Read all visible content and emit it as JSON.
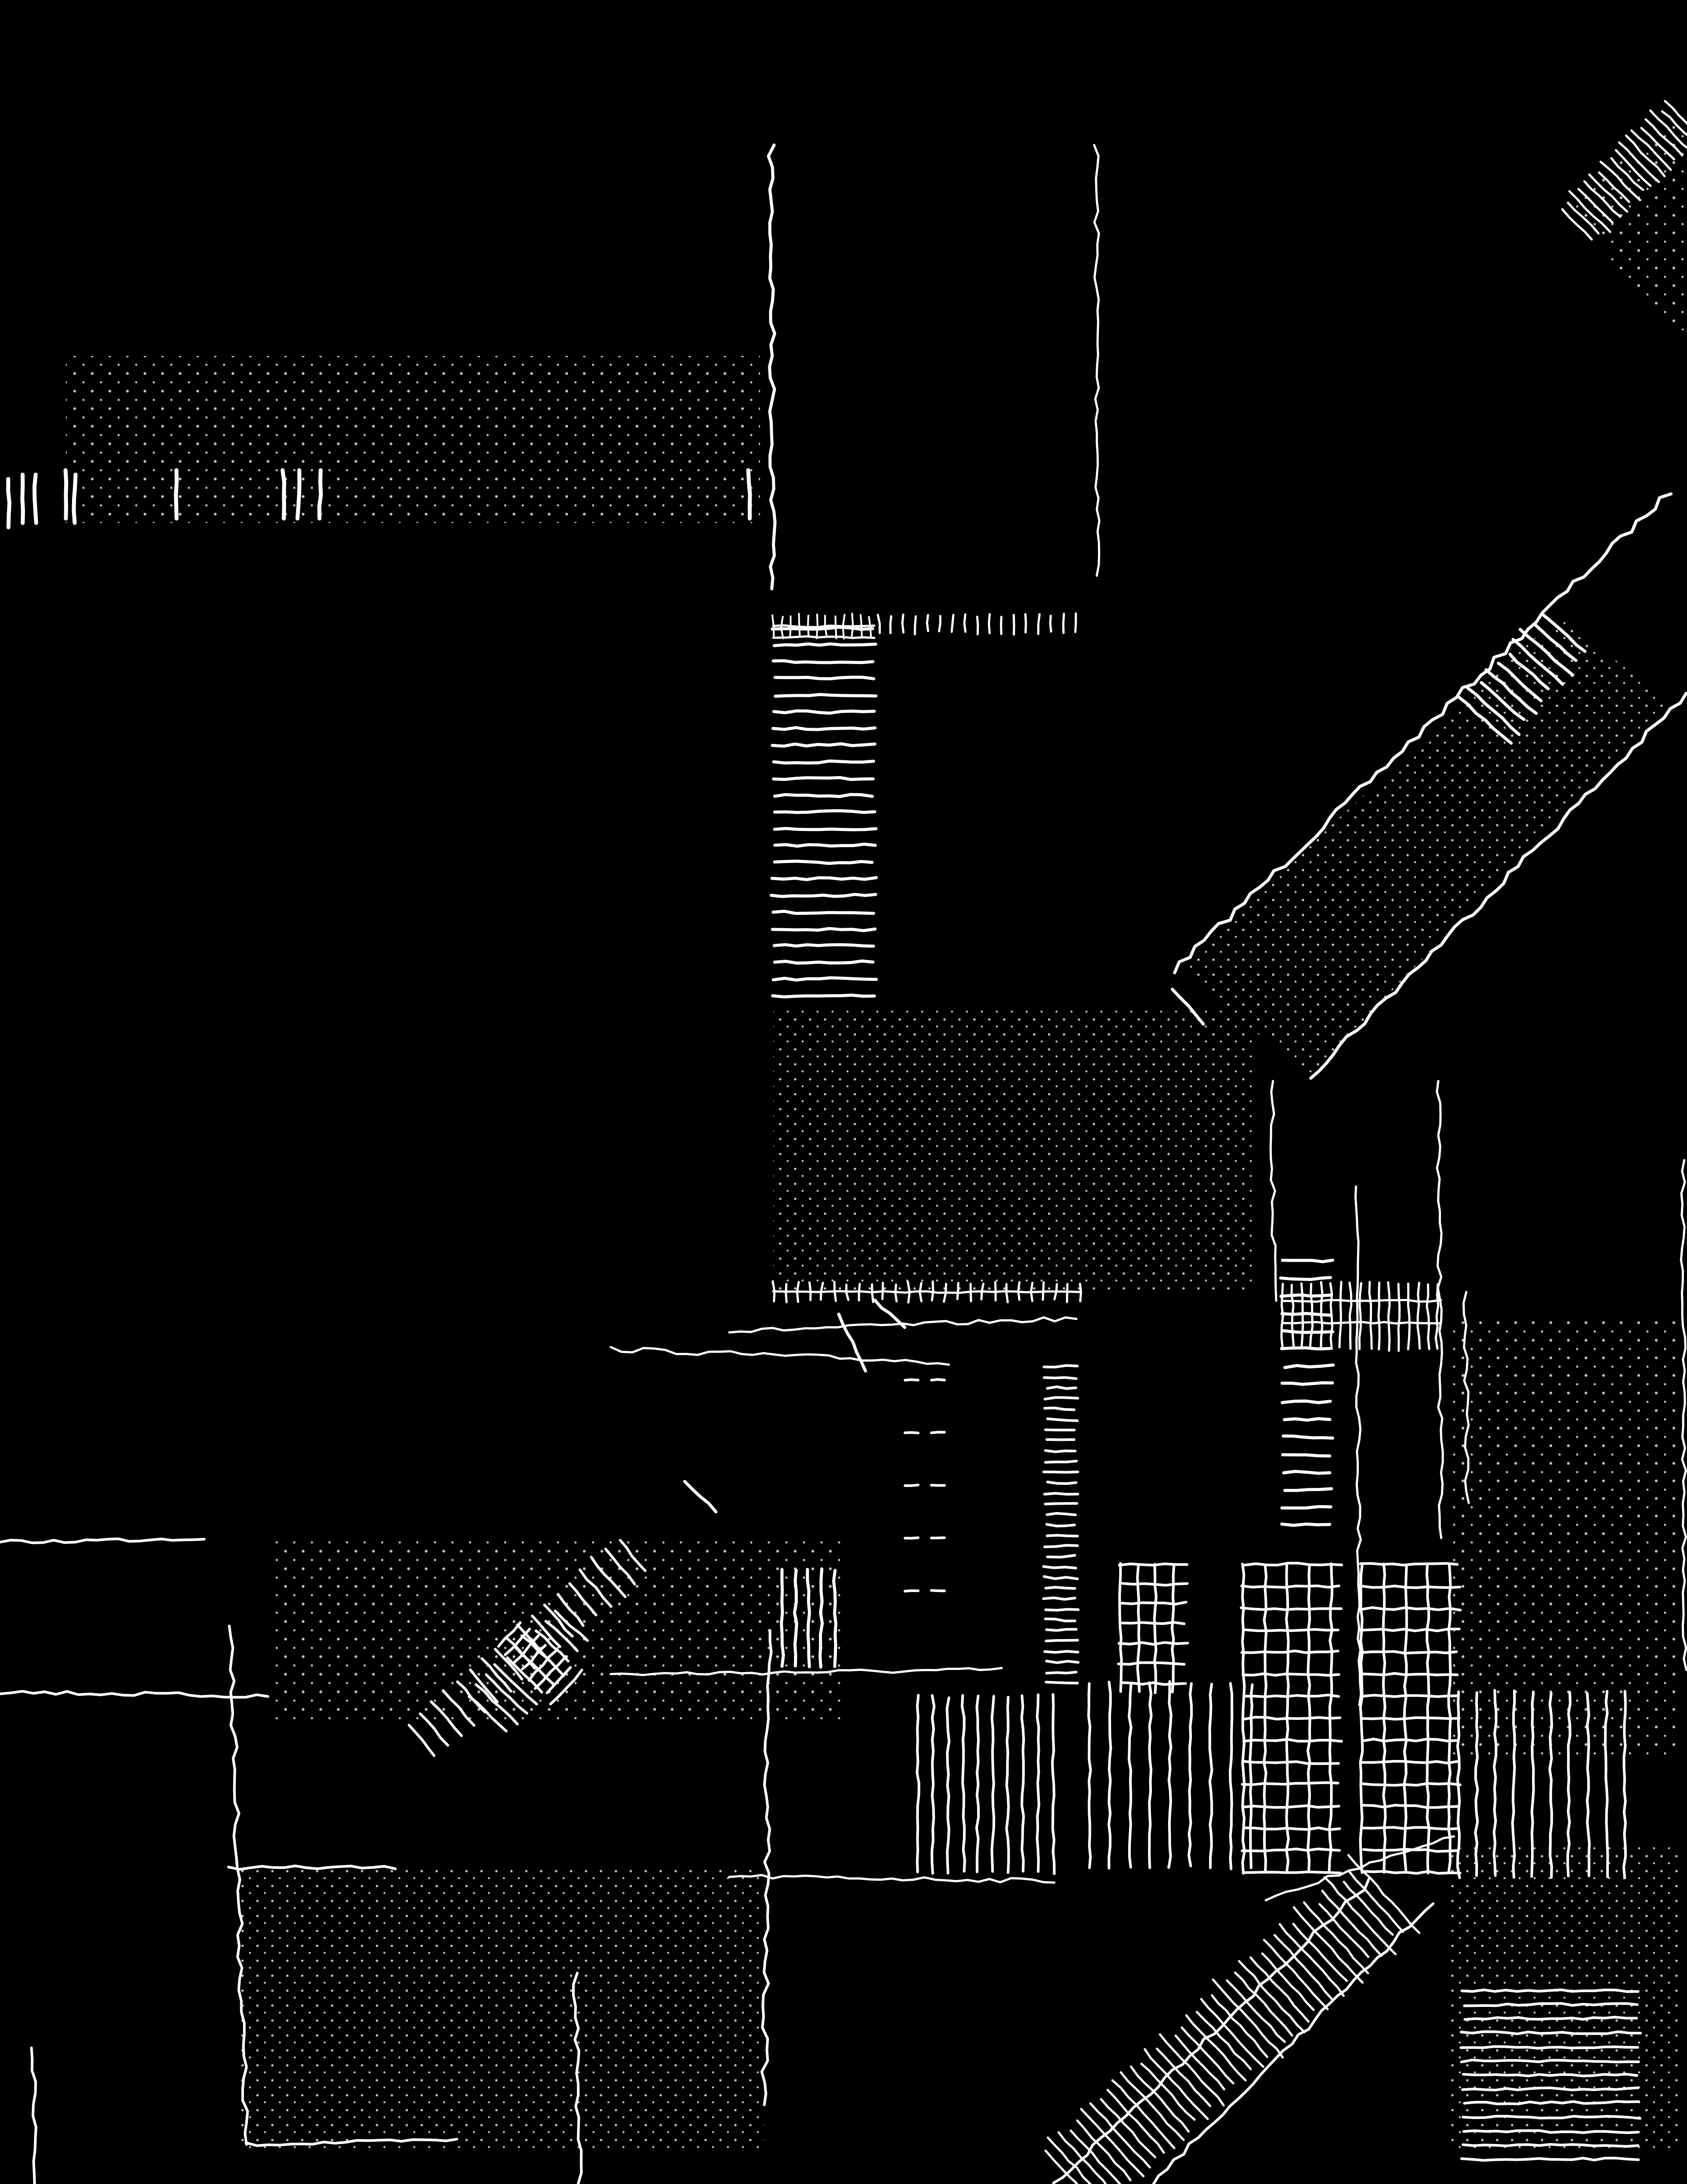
{
  "artwork": {
    "description_free": true,
    "colors": {
      "background": "#000000",
      "ink": "#ffffff"
    },
    "texture_types": [
      "stipple-dots",
      "hatching",
      "crosshatch",
      "wavy-line"
    ]
  }
}
